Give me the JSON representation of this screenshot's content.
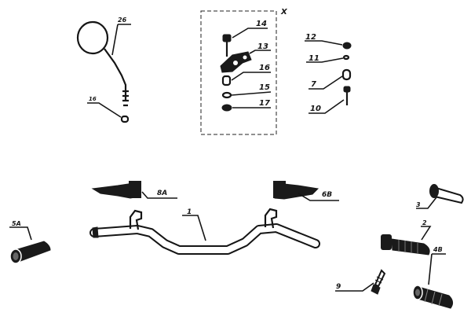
{
  "diagram": {
    "box_marker": "X",
    "labels": {
      "mirror": "26",
      "mirror_washer": "16",
      "box_bolt": "14",
      "box_bracket": "13",
      "box_spacer": "16",
      "box_washer": "15",
      "box_nut": "17",
      "cap": "12",
      "small_washer": "11",
      "bushing": "7",
      "pivot_bolt": "10",
      "left_lever": "8A",
      "right_lever": "6B",
      "handlebar": "1",
      "left_grip": "5A",
      "end_plug": "3",
      "throttle_grip": "2",
      "right_grip": "4B",
      "screw": "9"
    }
  }
}
